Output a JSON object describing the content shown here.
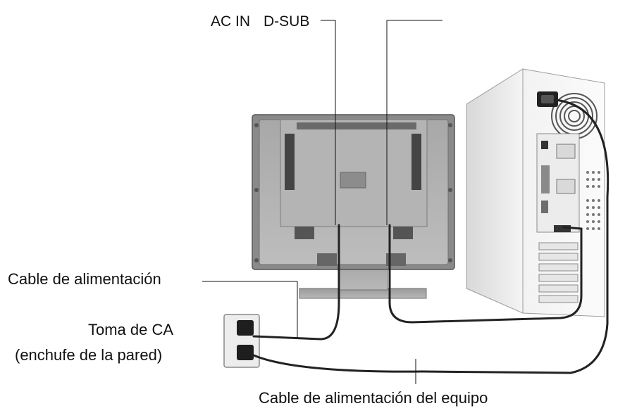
{
  "labels": {
    "ac_in": "AC IN",
    "d_sub": "D-SUB",
    "power_cable": "Cable de alimentación",
    "ac_outlet_line1": "Toma de CA",
    "ac_outlet_line2": "(enchufe de la pared)",
    "computer_power_cable": "Cable de alimentación del equipo"
  }
}
